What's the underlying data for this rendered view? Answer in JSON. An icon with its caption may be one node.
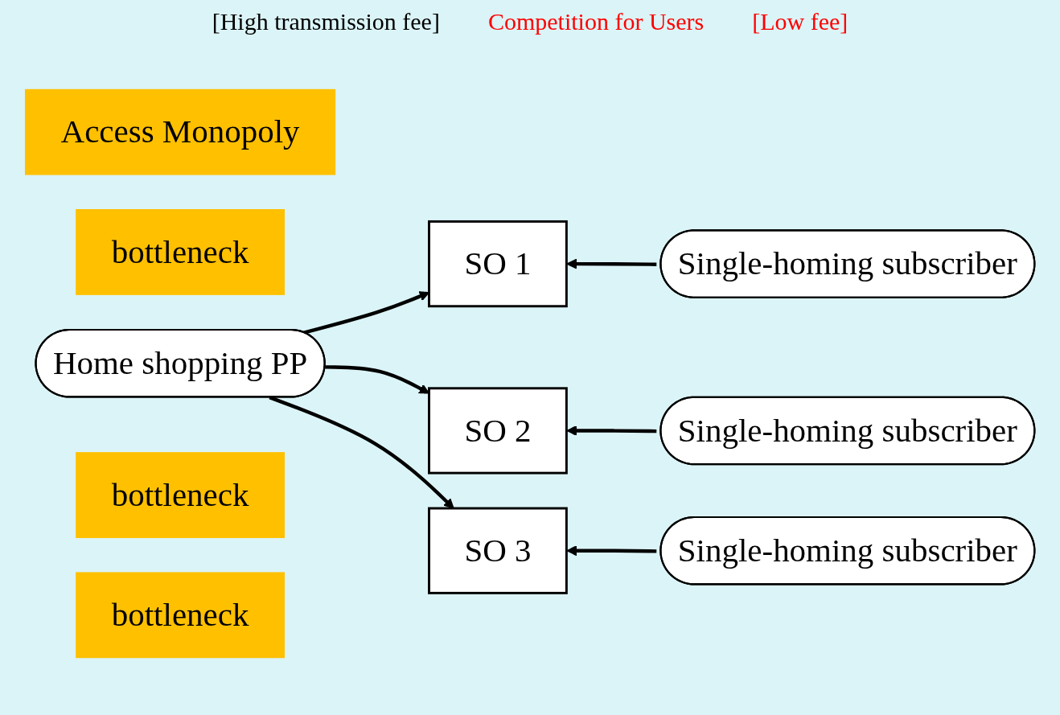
{
  "diagram": {
    "nodes": [
      {
        "text": [
          "Access Monopoly"
        ]
      },
      {
        "text": [
          "Home shopping PP"
        ]
      },
      {
        "text": [
          "bottleneck"
        ]
      },
      {
        "text": [
          "SO 1"
        ]
      },
      {
        "text": [
          "Single-homing subscriber"
        ]
      },
      {
        "text": [
          "bottleneck"
        ]
      },
      {
        "text": [
          "SO 2"
        ]
      },
      {
        "text": [
          "Single-homing subscriber"
        ]
      },
      {
        "text": [
          "bottleneck"
        ]
      },
      {
        "text": [
          "SO 3"
        ]
      },
      {
        "text": [
          "Single-homing subscriber"
        ]
      }
    ],
    "edges": [
      {
        "from": 1,
        "to": 3,
        "arrow": "to"
      },
      {
        "from": 1,
        "to": 6,
        "arrow": "to"
      },
      {
        "from": 1,
        "to": 9,
        "arrow": "to"
      },
      {
        "from": 4,
        "to": 3,
        "arrow": "to"
      },
      {
        "from": 7,
        "to": 6,
        "arrow": "to"
      },
      {
        "from": 10,
        "to": 9,
        "arrow": "to"
      }
    ],
    "labels": [
      "[High transmission fee]",
      "Competition for Users",
      "[Low fee]"
    ]
  }
}
